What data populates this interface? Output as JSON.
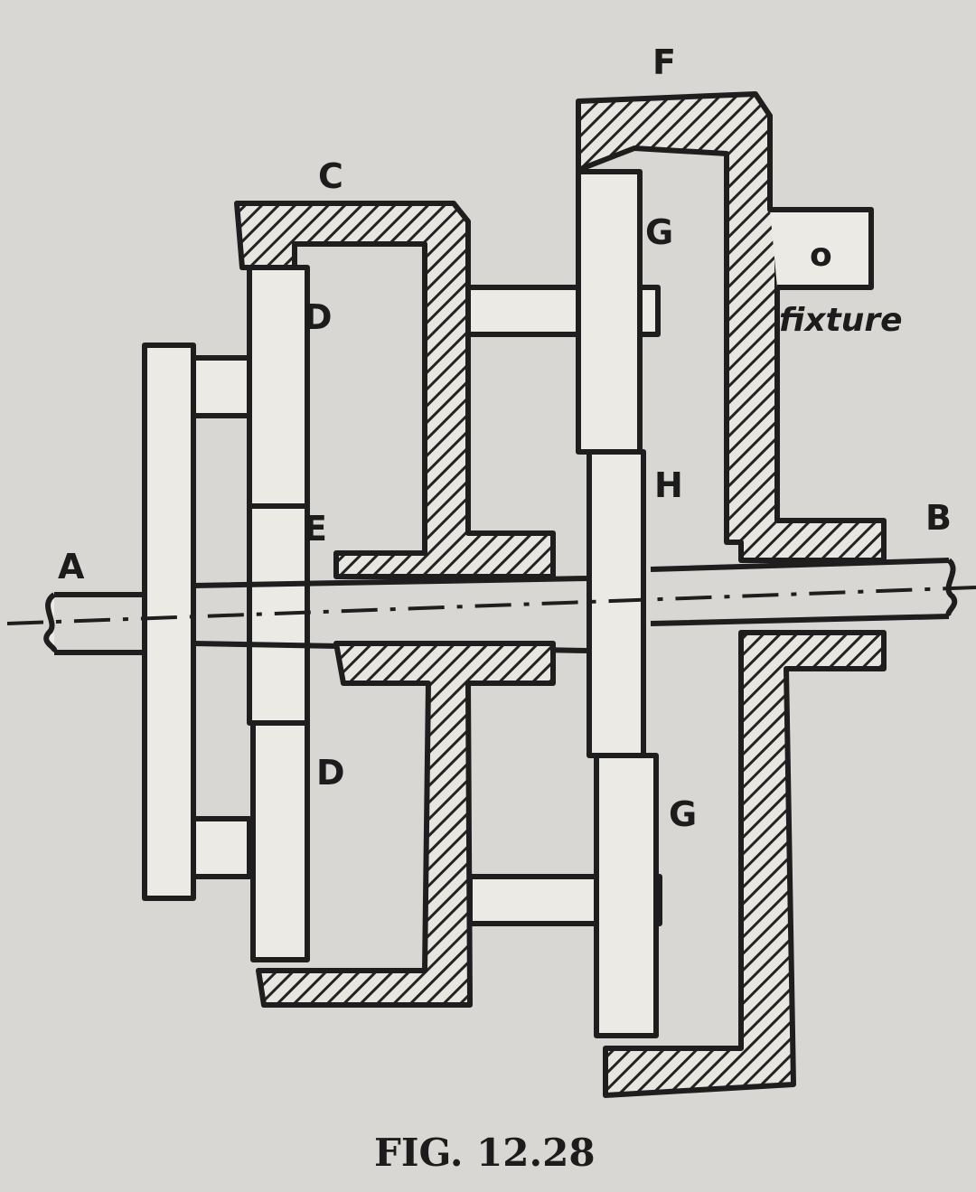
{
  "labels": {
    "A": "A",
    "B": "B",
    "C": "C",
    "D_top": "D",
    "D_bottom": "D",
    "E": "E",
    "F": "F",
    "G_top": "G",
    "G_bottom": "G",
    "H": "H",
    "fixture_hole": "o",
    "fixture": "fixture"
  },
  "caption": "FIG. 12.28"
}
